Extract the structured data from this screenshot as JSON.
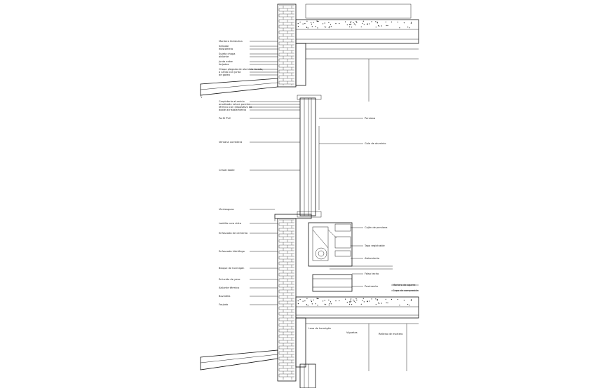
{
  "drawing": {
    "labels_left": [
      {
        "id": "l1",
        "text": "Montera hidráulica"
      },
      {
        "id": "l2",
        "text": "Sellador"
      },
      {
        "id": "l3",
        "text": "elástomero"
      },
      {
        "id": "l4",
        "text": "Sujeta chapa"
      },
      {
        "id": "l5",
        "text": "aislante"
      },
      {
        "id": "l6",
        "text": "Junta entre"
      },
      {
        "id": "l7",
        "text": "forjados"
      },
      {
        "id": "l8",
        "text": "Chapa plegada de aluminio lacado,"
      },
      {
        "id": "l9",
        "text": "a canto con junta"
      },
      {
        "id": "l10",
        "text": "de goteo"
      },
      {
        "id": "l11",
        "text": "Carpintería aluminio"
      },
      {
        "id": "l12",
        "text": "anodizado rotura puente"
      },
      {
        "id": "l13",
        "text": "térmico con dispositivo de"
      },
      {
        "id": "l14",
        "text": "doble acristalamiento"
      },
      {
        "id": "l15",
        "text": "Perfil PVC"
      },
      {
        "id": "l16",
        "text": "Ventana corredera"
      },
      {
        "id": "l17",
        "text": "Cristal doble"
      },
      {
        "id": "l18",
        "text": "Vierteaguas"
      },
      {
        "id": "l19",
        "text": "Ladrillo cara vista"
      },
      {
        "id": "l20",
        "text": "Enfoscado de cemento"
      },
      {
        "id": "l21",
        "text": "Enfoscado hidrófugo"
      },
      {
        "id": "l22",
        "text": "Bloque de hormigón"
      },
      {
        "id": "l23",
        "text": "Enlucido de yeso"
      },
      {
        "id": "l24",
        "text": "Aislante térmico"
      },
      {
        "id": "l25",
        "text": "Bovedilla"
      },
      {
        "id": "l26",
        "text": "Forjado"
      }
    ],
    "labels_right": [
      {
        "id": "r1",
        "text": "Persiana"
      },
      {
        "id": "r2",
        "text": "Guía de aluminio"
      },
      {
        "id": "r3",
        "text": "Cajón de persiana"
      },
      {
        "id": "r4",
        "text": "Tapa registrable"
      },
      {
        "id": "r5",
        "text": "Aislamiento"
      },
      {
        "id": "r6",
        "text": "Falso techo"
      },
      {
        "id": "r7",
        "text": "Pavimento"
      },
      {
        "id": "r8",
        "text": "Mortero de agarre"
      },
      {
        "id": "r9",
        "text": "Capa de compresión"
      }
    ],
    "labels_bottom": [
      {
        "id": "b1",
        "text": "Losa de hormigón"
      },
      {
        "id": "b2",
        "text": "Viguetas"
      },
      {
        "id": "b3",
        "text": "Relleno de mortero"
      }
    ]
  }
}
